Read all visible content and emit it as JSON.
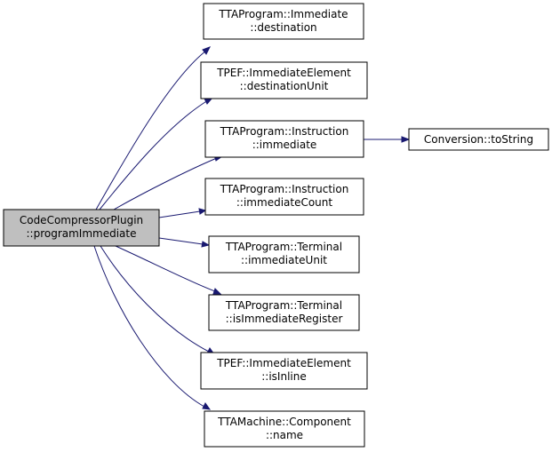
{
  "graph": {
    "edge_color": "#191970",
    "root_fill": "#bfbfbf",
    "node_fill": "#ffffff",
    "nodes": {
      "root": {
        "line1": "CodeCompressorPlugin",
        "line2": "::programImmediate"
      },
      "dest": {
        "line1": "TTAProgram::Immediate",
        "line2": "::destination"
      },
      "destUnit": {
        "line1": "TPEF::ImmediateElement",
        "line2": "::destinationUnit"
      },
      "instImm": {
        "line1": "TTAProgram::Instruction",
        "line2": "::immediate"
      },
      "toString": {
        "line1": "Conversion::toString",
        "line2": ""
      },
      "immCount": {
        "line1": "TTAProgram::Instruction",
        "line2": "::immediateCount"
      },
      "immUnit": {
        "line1": "TTAProgram::Terminal",
        "line2": "::immediateUnit"
      },
      "isImmReg": {
        "line1": "TTAProgram::Terminal",
        "line2": "::isImmediateRegister"
      },
      "isInline": {
        "line1": "TPEF::ImmediateElement",
        "line2": "::isInline"
      },
      "name": {
        "line1": "TTAMachine::Component",
        "line2": "::name"
      }
    },
    "edges": [
      {
        "from": "root",
        "to": "dest"
      },
      {
        "from": "root",
        "to": "destUnit"
      },
      {
        "from": "root",
        "to": "instImm"
      },
      {
        "from": "root",
        "to": "immCount"
      },
      {
        "from": "root",
        "to": "immUnit"
      },
      {
        "from": "root",
        "to": "isImmReg"
      },
      {
        "from": "root",
        "to": "isInline"
      },
      {
        "from": "root",
        "to": "name"
      },
      {
        "from": "instImm",
        "to": "toString"
      }
    ]
  }
}
